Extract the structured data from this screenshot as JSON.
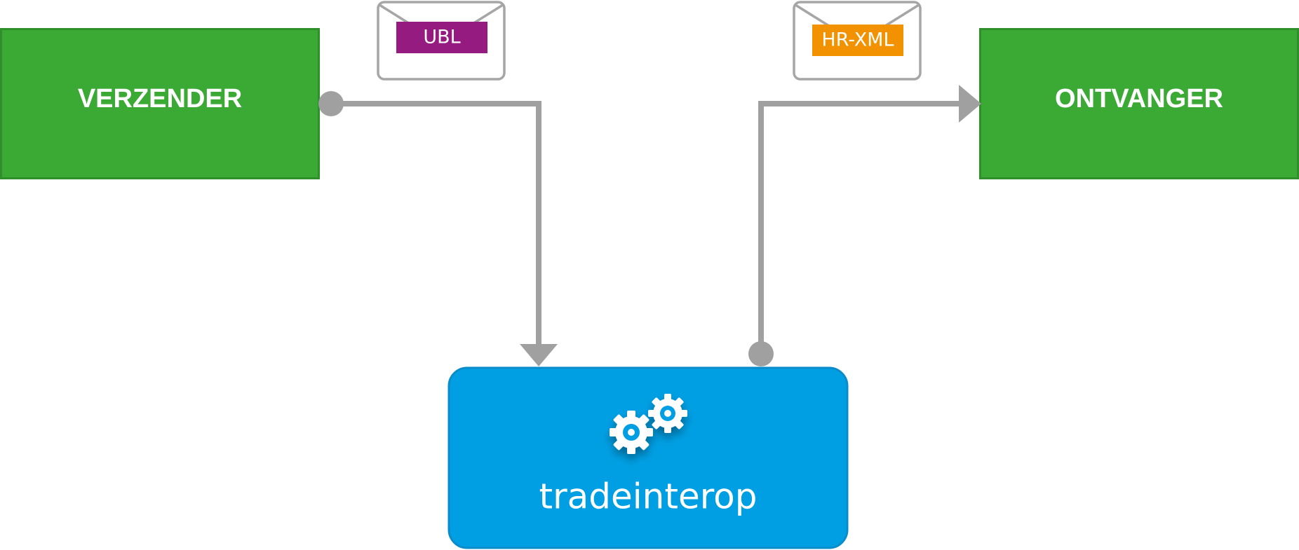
{
  "nodes": {
    "sender": {
      "label": "VERZENDER"
    },
    "receiver": {
      "label": "ONTVANGER"
    },
    "hub": {
      "label": "tradeinterop"
    }
  },
  "messages": {
    "inbound": {
      "format": "UBL"
    },
    "outbound": {
      "format": "HR-XML"
    }
  },
  "icons": {
    "hub": "gears-icon",
    "message": "envelope-icon"
  },
  "colors": {
    "node_green": "#3aaa35",
    "node_green_border": "#2f8f2b",
    "hub_blue": "#009fe3",
    "hub_blue_border": "#0a8ccb",
    "connector_gray": "#a0a0a0",
    "ubl_tag": "#951b81",
    "hrxml_tag": "#f39200"
  }
}
